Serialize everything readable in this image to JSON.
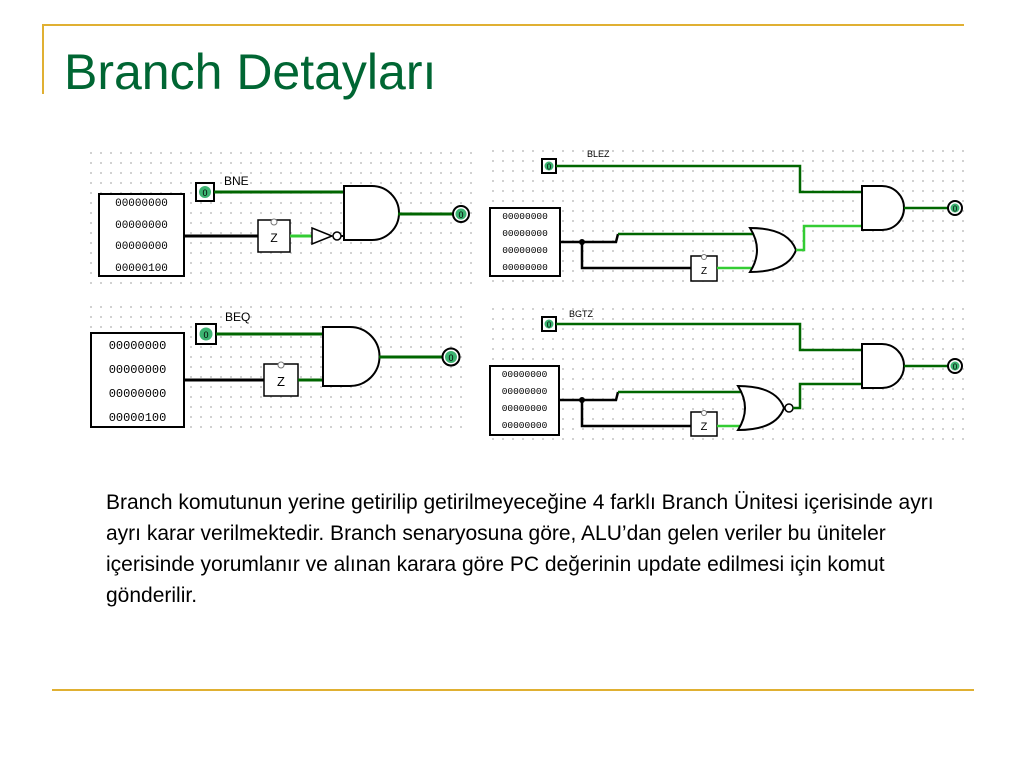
{
  "slide": {
    "title": "Branch Detayları",
    "body": "Branch komutunun yerine getirilip getirilmeyeceğine 4 farklı Branch Ünitesi içerisinde ayrı ayrı karar verilmektedir. Branch senaryosuna göre, ALU’dan gelen veriler bu üniteler içerisinde yorumlanır ve alınan karara göre PC değerinin update edilmesi için komut gönderilir."
  },
  "colors": {
    "title": "#006633",
    "rule": "#e0b032",
    "wire_active": "#33cc33",
    "wire_dark": "#006600",
    "pin_fill": "#3cb371"
  },
  "circuits": {
    "bne": {
      "label": "BNE",
      "input_value": "0",
      "output_value": "0",
      "zero_block": "Z",
      "register_rows": [
        "00000000",
        "00000000",
        "00000000",
        "00000100"
      ]
    },
    "beq": {
      "label": "BEQ",
      "input_value": "0",
      "output_value": "0",
      "zero_block": "Z",
      "register_rows": [
        "00000000",
        "00000000",
        "00000000",
        "00000100"
      ]
    },
    "blez": {
      "label": "BLEZ",
      "input_value": "0",
      "output_value": "0",
      "zero_block": "Z",
      "register_rows": [
        "00000000",
        "00000000",
        "00000000",
        "00000000"
      ]
    },
    "bgtz": {
      "label": "BGTZ",
      "input_value": "0",
      "output_value": "0",
      "zero_block": "Z",
      "register_rows": [
        "00000000",
        "00000000",
        "00000000",
        "00000000"
      ]
    }
  }
}
